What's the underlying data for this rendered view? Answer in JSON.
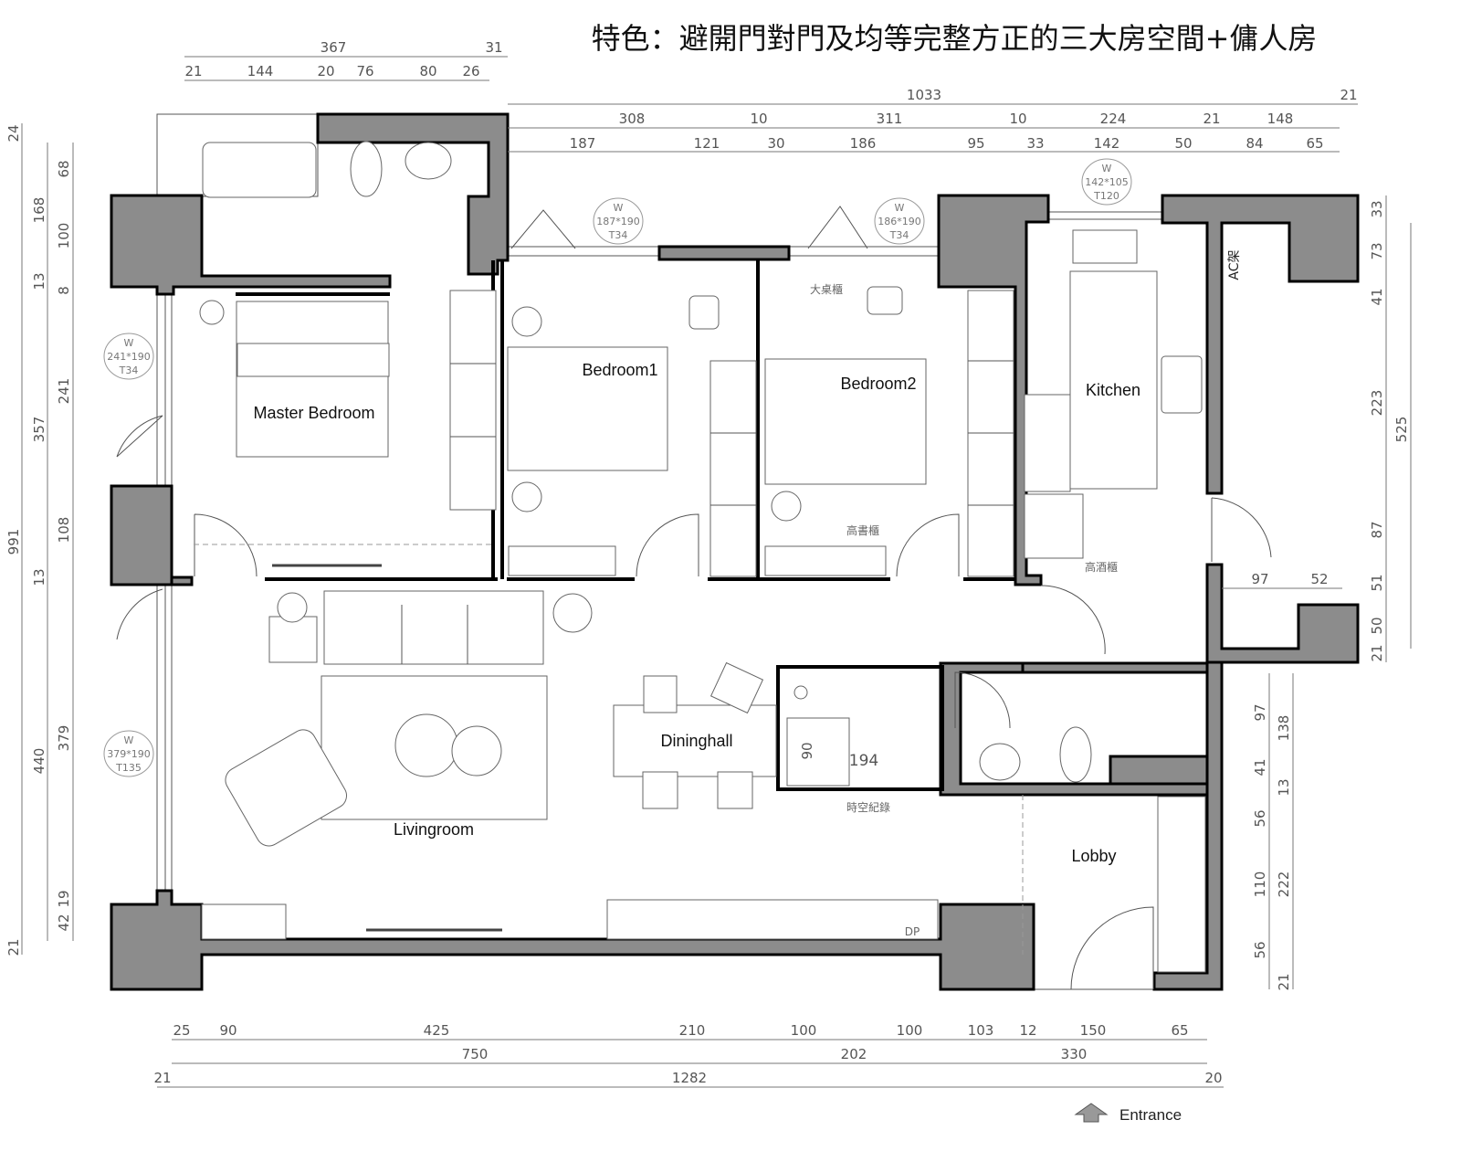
{
  "title": "特色：避開門對門及均等完整方正的三大房空間+傭人房",
  "rooms": {
    "master_bedroom": "Master  Bedroom",
    "bedroom1": "Bedroom1",
    "bedroom2": "Bedroom2",
    "kitchen": "Kitchen",
    "dininghall": "Dininghall",
    "livingroom": "Livingroom",
    "lobby": "Lobby"
  },
  "notes": {
    "big_desk_cabinet": "大桌櫃",
    "tall_bookcase": "高書櫃",
    "tall_wine_cabinet": "高酒櫃",
    "time_record": "時空紀錄",
    "ac_rack": "AC架",
    "dp": "DP",
    "maid_bed_width": "90",
    "maid_bed_length": "194"
  },
  "windows": [
    {
      "w": "W",
      "size": "187*190",
      "type": "T34"
    },
    {
      "w": "W",
      "size": "186*190",
      "type": "T34"
    },
    {
      "w": "W",
      "size": "142*105",
      "type": "T120"
    },
    {
      "w": "W",
      "size": "241*190",
      "type": "T34"
    },
    {
      "w": "W",
      "size": "379*190",
      "type": "T135"
    }
  ],
  "dims": {
    "top_left_1": [
      "367",
      "31"
    ],
    "top_left_2": [
      "21",
      "144",
      "20",
      "76",
      "80",
      "26"
    ],
    "top_right_1": [
      "1033",
      "21"
    ],
    "top_right_2": [
      "308",
      "10",
      "311",
      "10",
      "224",
      "21",
      "148"
    ],
    "top_right_3": [
      "187",
      "121",
      "30",
      "186",
      "95",
      "33",
      "142",
      "50",
      "84",
      "65"
    ],
    "left": [
      "24",
      "68",
      "168",
      "100",
      "13",
      "8",
      "241",
      "357",
      "991",
      "108",
      "13",
      "379",
      "440",
      "19",
      "42",
      "21"
    ],
    "right_upper": [
      "33",
      "73",
      "41",
      "223",
      "525",
      "87",
      "51",
      "50",
      "21"
    ],
    "right_lower": [
      "97",
      "138",
      "41",
      "13",
      "56",
      "110",
      "222",
      "56",
      "21"
    ],
    "kitchen_balcony": [
      "97",
      "52"
    ],
    "bottom_1": [
      "25",
      "90",
      "425",
      "210",
      "100",
      "100",
      "103",
      "12",
      "150",
      "65"
    ],
    "bottom_2": [
      "750",
      "202",
      "330"
    ],
    "bottom_3": [
      "21",
      "1282",
      "20"
    ]
  },
  "entrance": "Entrance"
}
